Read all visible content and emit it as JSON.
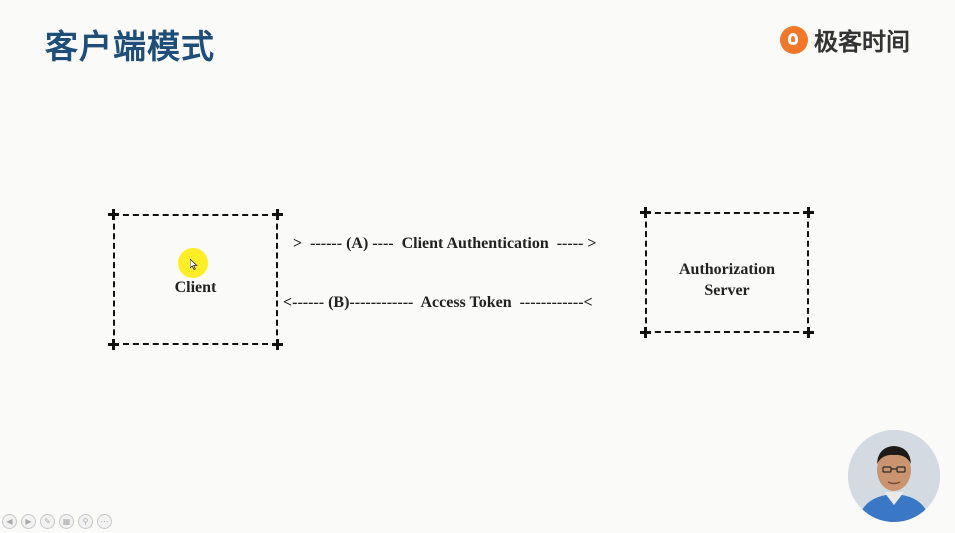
{
  "slide": {
    "title": "客户端模式"
  },
  "logo": {
    "text": "极客时间",
    "accent_color": "#f0782a"
  },
  "diagram": {
    "client_label": "Client",
    "server_label_line1": "Authorization",
    "server_label_line2": "Server",
    "request_arrow": ">  ------ (A) ----  Client Authentication  ----- >",
    "response_arrow": "<------ (B)------------  Access Token  ------------<"
  },
  "toolbar": {
    "icons": [
      "prev-icon",
      "play-icon",
      "pen-icon",
      "slides-icon",
      "zoom-icon",
      "more-icon"
    ]
  }
}
